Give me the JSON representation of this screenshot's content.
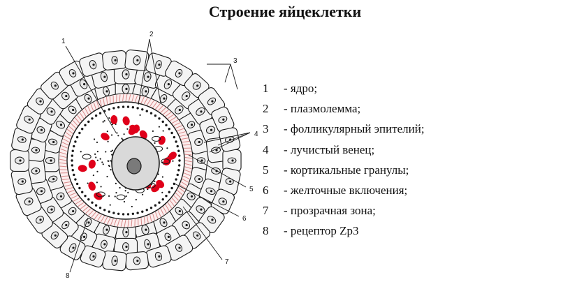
{
  "title": "Строение яйцеклетки",
  "callouts": [
    "1",
    "2",
    "3",
    "4",
    "5",
    "6",
    "7",
    "8"
  ],
  "legend": [
    {
      "num": "1",
      "text": "- ядро;"
    },
    {
      "num": "2",
      "text": "- плазмолемма;"
    },
    {
      "num": "3",
      "text": "- фолликулярный эпителий;"
    },
    {
      "num": "4",
      "text": "- лучистый венец;"
    },
    {
      "num": "5",
      "text": "- кортикальные гранулы;"
    },
    {
      "num": "6",
      "text": "- желточные включения;"
    },
    {
      "num": "7",
      "text": "- прозрачная зона;"
    },
    {
      "num": "8",
      "text": "- рецептор Zp3"
    }
  ],
  "colors": {
    "ink": "#1a1a1a",
    "granule_red": "#e0001a",
    "zona_hatch": "#d98a8a",
    "cell_fill": "#f4f4f4",
    "nucleus_fill": "#d9d9d9",
    "background": "#ffffff"
  }
}
